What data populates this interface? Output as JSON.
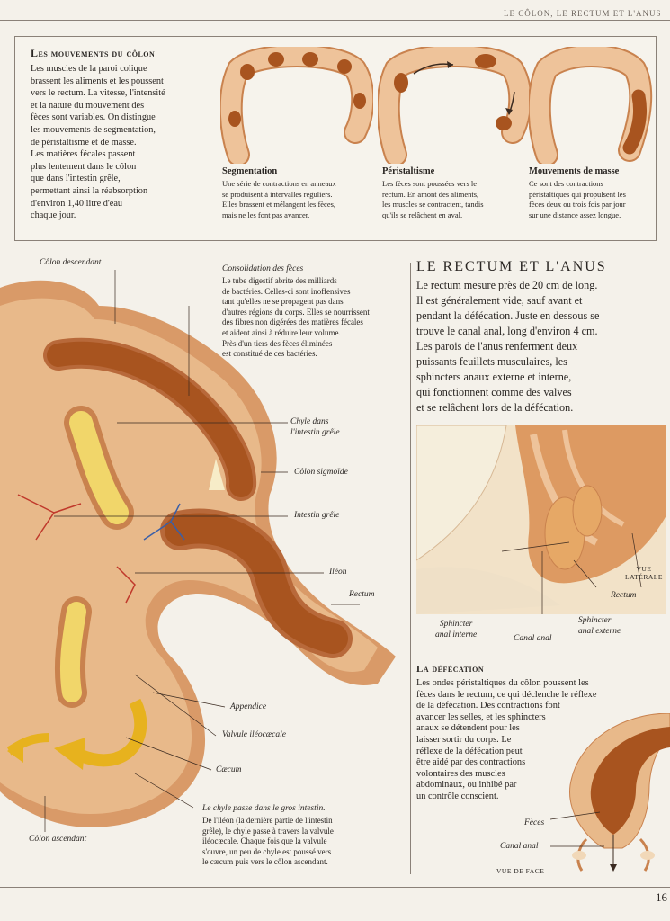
{
  "header": {
    "running_title": "Le côlon, le rectum et l'anus"
  },
  "colon_movements": {
    "title": "Les mouvements du côlon",
    "text": "Les muscles de la paroi colique\nbrassent les aliments et les poussent\nvers le rectum. La vitesse, l'intensité\net la nature du mouvement des\nfèces sont variables. On distingue\nles mouvements de segmentation,\nde péristaltisme et de masse.\nLes matières fécales passent\nplus lentement dans le côlon\nque dans l'intestin grêle,\npermettant ainsi la réabsorption\nd'environ 1,40 litre d'eau\nchaque jour.",
    "panels": [
      {
        "title": "Segmentation",
        "text": "Une série de contractions en anneaux\nse produisent à intervalles réguliers.\nElles brassent et mélangent les fèces,\nmais ne les font pas avancer."
      },
      {
        "title": "Péristaltisme",
        "text": "Les fèces sont poussées vers le\nrectum. En amont des aliments,\nles muscles se contractent, tandis\nqu'ils se relâchent en aval."
      },
      {
        "title": "Mouvements de masse",
        "text": "Ce sont des contractions\npéristaltiques qui propulsent les\nfèces deux ou trois fois par jour\nsur une distance assez longue."
      }
    ]
  },
  "colon_diagram": {
    "labels": {
      "colon_descendant": "Côlon descendant",
      "chyle_grele": "Chyle dans\nl'intestin grêle",
      "colon_sigmoide": "Côlon sigmoïde",
      "intestin_grele": "Intestin grêle",
      "ileon": "Iléon",
      "rectum": "Rectum",
      "appendice": "Appendice",
      "valvule": "Valvule iléocæcale",
      "caecum": "Cæcum",
      "colon_ascendant": "Côlon ascendant"
    },
    "consolidation": {
      "title": "Consolidation des fèces",
      "text": "Le tube digestif abrite des milliards\nde bactéries. Celles-ci sont inoffensives\ntant qu'elles ne se propagent pas dans\nd'autres régions du corps. Elles se nourrissent\ndes fibres non digérées des matières fécales\net aident ainsi à réduire leur volume.\nPrès d'un tiers des fèces éliminées\nest constitué de ces bactéries."
    },
    "chyle": {
      "title": "Le chyle passe dans le gros intestin.",
      "text": "De l'iléon (la dernière partie de l'intestin\ngrêle), le chyle passe à travers la valvule\niléocæcale. Chaque fois que la valvule\ns'ouvre, un peu de chyle est poussé vers\nle cæcum puis vers le côlon ascendant."
    }
  },
  "rectum_anus": {
    "title": "Le rectum et l'anus",
    "text": "Le rectum mesure près de 20 cm de long.\nIl est généralement vide, sauf avant et\npendant la défécation. Juste en dessous se\ntrouve le canal anal, long d'environ 4 cm.\nLes parois de l'anus renferment deux\npuissants feuillets musculaires, les\nsphincters anaux externe et interne,\nqui fonctionnent comme des valves\net se relâchent lors de la défécation.",
    "labels": {
      "view": "VUE\nLATÉRALE",
      "rectum": "Rectum",
      "sphincter_interne": "Sphincter\nanal interne",
      "canal_anal": "Canal anal",
      "sphincter_externe": "Sphincter\nanal externe"
    }
  },
  "defecation": {
    "title": "La défécation",
    "text": "Les ondes péristaltiques du côlon poussent les\nfèces dans le rectum, ce qui déclenche le réflexe\nde la défécation. Des contractions font\navancer les selles, et les sphincters\nanaux se détendent pour les\nlaisser sortir du corps. Le\nréflexe de la défécation peut\nêtre aidé par des contractions\nvolontaires des muscles\nabdominaux, ou inhibé par\nun contrôle conscient.",
    "labels": {
      "feces": "Fèces",
      "canal_anal": "Canal anal",
      "view": "VUE DE FACE"
    }
  },
  "page_number": "16",
  "colors": {
    "tissue": "#e8b98a",
    "tissue_dark": "#c9824e",
    "feces": "#a8541f",
    "chyle": "#f1d66a",
    "arrow": "#e7b21e"
  }
}
